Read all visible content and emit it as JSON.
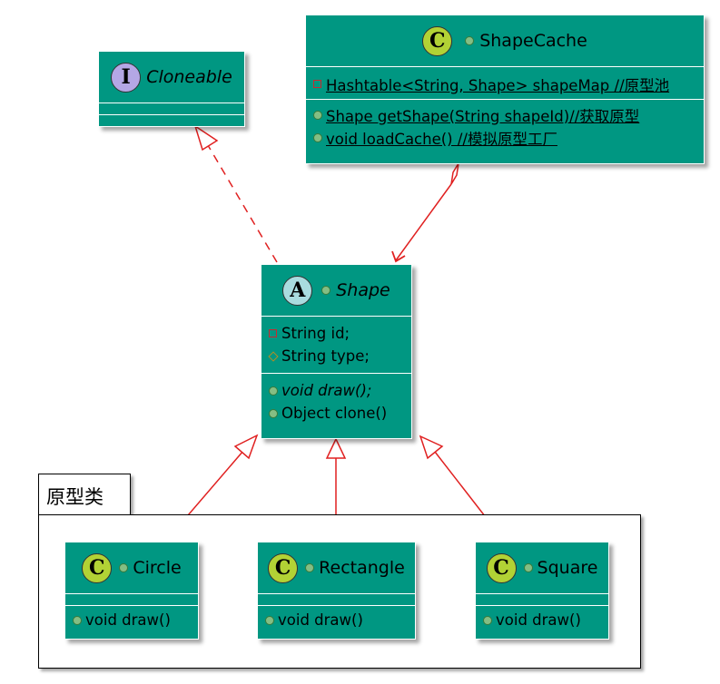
{
  "package": {
    "name": "原型类"
  },
  "classes": {
    "cloneable": {
      "stereotype": "I",
      "name": "Cloneable"
    },
    "shape_cache": {
      "stereotype": "C",
      "name": "ShapeCache",
      "fields": [
        "Hashtable<String, Shape> shapeMap //原型池"
      ],
      "methods": [
        "Shape getShape(String shapeId)//获取原型",
        "void loadCache() //模拟原型工厂"
      ]
    },
    "shape": {
      "stereotype": "A",
      "name": "Shape",
      "fields": [
        "String id;",
        "String type;"
      ],
      "methods": [
        "void draw();",
        "Object clone()"
      ]
    },
    "circle": {
      "stereotype": "C",
      "name": "Circle",
      "methods": [
        "void draw()"
      ]
    },
    "rectangle": {
      "stereotype": "C",
      "name": "Rectangle",
      "methods": [
        "void draw()"
      ]
    },
    "square": {
      "stereotype": "C",
      "name": "Square",
      "methods": [
        "void draw()"
      ]
    }
  },
  "colors": {
    "class_fill": "#009782",
    "class_border": "#ffffff",
    "edge": "#e02020",
    "interface_badge": "#b4a7e5",
    "abstract_badge": "#a9dcdf",
    "class_badge": "#b2d235"
  },
  "relations": [
    {
      "type": "realization",
      "from": "Shape",
      "to": "Cloneable"
    },
    {
      "type": "aggregation",
      "from": "ShapeCache",
      "to": "Shape"
    },
    {
      "type": "generalization",
      "from": "Circle",
      "to": "Shape"
    },
    {
      "type": "generalization",
      "from": "Rectangle",
      "to": "Shape"
    },
    {
      "type": "generalization",
      "from": "Square",
      "to": "Shape"
    }
  ]
}
